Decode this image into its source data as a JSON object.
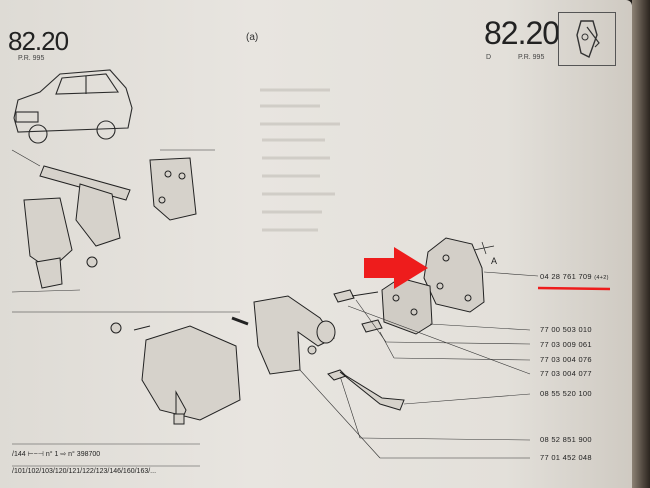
{
  "header": {
    "page_number_left": "82.20",
    "page_number_left_sub": "P.R. 995",
    "figure_label": "(a)",
    "page_number_right": "82.20",
    "page_number_right_sub_d": "D",
    "page_number_right_sub": "P.R. 995"
  },
  "parts": [
    {
      "ref": "04 28 761 709",
      "note": "(4+2)"
    },
    {
      "ref": "77 00 503 010"
    },
    {
      "ref": "77 03 009 061"
    },
    {
      "ref": "77 03 004 076"
    },
    {
      "ref": "77 03 004 077"
    },
    {
      "ref": "08 55 520 100"
    },
    {
      "ref": "08 52 851 900"
    },
    {
      "ref": "77 01 452 048"
    }
  ],
  "callout": {
    "letter": "A"
  },
  "footer": {
    "line1_prefix": "/144",
    "line1_ref": "398700",
    "line2": "/101/102/103/120/121/122/123/146/160/163/..."
  },
  "colors": {
    "highlight_arrow": "#ee1c1c",
    "underline": "#ee1c1c"
  }
}
